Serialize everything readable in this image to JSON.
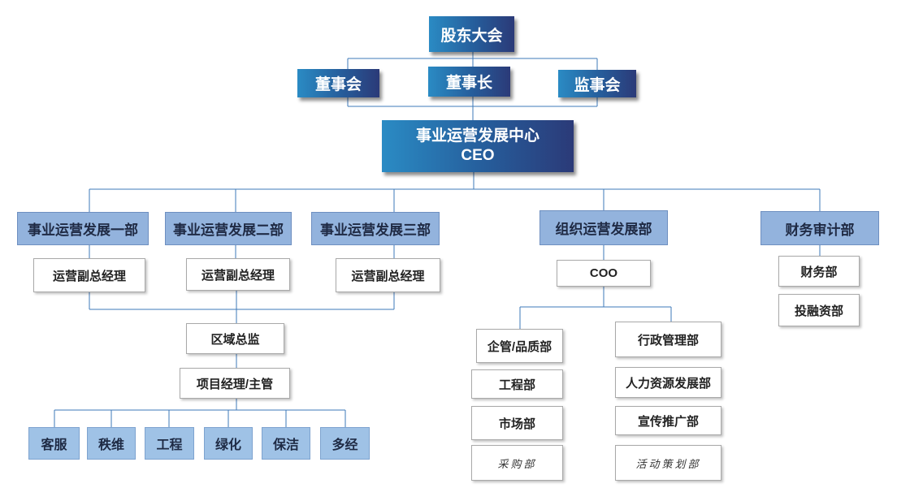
{
  "top": {
    "shareholders": "股东大会",
    "board": "董事会",
    "chairman": "董事长",
    "supervisors": "监事会"
  },
  "ceo": {
    "title": "事业运营发展中心",
    "subtitle": "CEO"
  },
  "departments": {
    "dept1": "事业运营发展一部",
    "dept2": "事业运营发展二部",
    "dept3": "事业运营发展三部",
    "org": "组织运营发展部",
    "finance": "财务审计部"
  },
  "business": {
    "deputy_gm": "运营副总经理",
    "regional_director": "区域总监",
    "project_manager": "项目经理/主管",
    "teams": [
      "客服",
      "秩维",
      "工程",
      "绿化",
      "保洁",
      "多经"
    ]
  },
  "org_branch": {
    "coo": "COO",
    "left": [
      "企管/品质部",
      "工程部",
      "市场部",
      "采购部"
    ],
    "right": [
      "行政管理部",
      "人力资源发展部",
      "宣传推广部",
      "活动策划部"
    ]
  },
  "finance_branch": [
    "财务部",
    "投融资部"
  ]
}
